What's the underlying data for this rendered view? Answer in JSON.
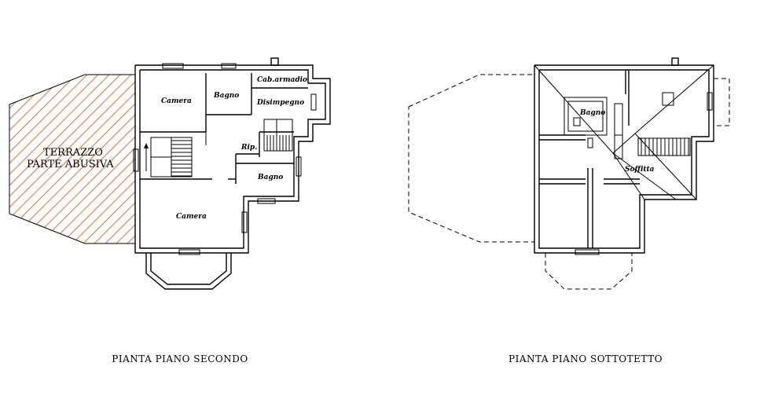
{
  "plans": {
    "second": {
      "title": "PIANTA  PIANO  SECONDO",
      "rooms": {
        "camera_top": "Camera",
        "bagno_top": "Bagno",
        "cab_armadio": "Cab.armadio",
        "disimpegno": "Disimpegno",
        "rip": "Rip.",
        "bagno_right": "Bagno",
        "camera_bottom": "Camera"
      },
      "terrace": {
        "line1": "TERRAZZO",
        "line2": "PARTE ABUSIVA",
        "hatch_color": "#e8824a"
      }
    },
    "attic": {
      "title": "PIANTA  PIANO  SOTTOTETTO",
      "rooms": {
        "bagno": "Bagno",
        "soffitta": "Soffitta"
      }
    }
  }
}
